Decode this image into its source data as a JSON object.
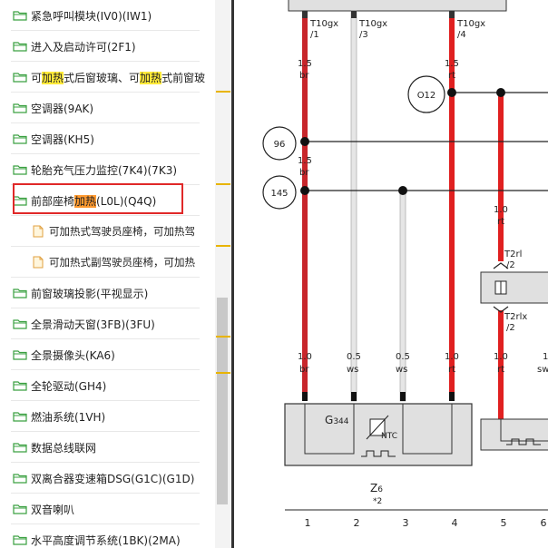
{
  "sidebar": {
    "items": [
      {
        "kind": "folder",
        "parts": [
          {
            "t": "紧急呼叫模块(IV0)(IW1)"
          }
        ]
      },
      {
        "kind": "folder",
        "parts": [
          {
            "t": "进入及启动许可(2F1)"
          }
        ]
      },
      {
        "kind": "folder",
        "parts": [
          {
            "t": "可"
          },
          {
            "t": "加热",
            "h": "yellow"
          },
          {
            "t": "式后窗玻璃、可"
          },
          {
            "t": "加热",
            "h": "yellow"
          },
          {
            "t": "式前窗玻"
          }
        ]
      },
      {
        "kind": "folder",
        "parts": [
          {
            "t": "空调器(9AK)"
          }
        ]
      },
      {
        "kind": "folder",
        "parts": [
          {
            "t": "空调器(KH5)"
          }
        ]
      },
      {
        "kind": "folder",
        "parts": [
          {
            "t": "轮胎充气压力监控(7K4)(7K3)"
          }
        ]
      },
      {
        "kind": "folder",
        "parts": [
          {
            "t": "前部座椅"
          },
          {
            "t": "加热",
            "h": "orange"
          },
          {
            "t": "(L0L)(Q4Q)"
          }
        ],
        "selected": true
      },
      {
        "kind": "file",
        "parts": [
          {
            "t": "可加热式驾驶员座椅，可加热驾"
          }
        ]
      },
      {
        "kind": "file",
        "parts": [
          {
            "t": "可加热式副驾驶员座椅，可加热"
          }
        ]
      },
      {
        "kind": "folder",
        "parts": [
          {
            "t": "前窗玻璃投影(平视显示)"
          }
        ]
      },
      {
        "kind": "folder",
        "parts": [
          {
            "t": "全景滑动天窗(3FB)(3FU)"
          }
        ]
      },
      {
        "kind": "folder",
        "parts": [
          {
            "t": "全景摄像头(KA6)"
          }
        ]
      },
      {
        "kind": "folder",
        "parts": [
          {
            "t": "全轮驱动(GH4)"
          }
        ]
      },
      {
        "kind": "folder",
        "parts": [
          {
            "t": "燃油系统(1VH)"
          }
        ]
      },
      {
        "kind": "folder",
        "parts": [
          {
            "t": "数据总线联网"
          }
        ]
      },
      {
        "kind": "folder",
        "parts": [
          {
            "t": "双离合器变速箱DSG(G1C)(G1D)"
          }
        ]
      },
      {
        "kind": "folder",
        "parts": [
          {
            "t": "双音喇叭"
          }
        ]
      },
      {
        "kind": "folder",
        "parts": [
          {
            "t": "水平高度调节系统(1BK)(2MA)"
          }
        ]
      }
    ]
  },
  "diagram": {
    "top_connectors": [
      {
        "name": "T10gx",
        "pin": "/1"
      },
      {
        "name": "T10gx",
        "pin": "/3"
      },
      {
        "name": "T10gx",
        "pin": "/4"
      }
    ],
    "wires": [
      {
        "gauge": "1.5",
        "color": "br"
      },
      {
        "gauge": "1.5",
        "color": "rt"
      },
      {
        "gauge": "1.5",
        "color": "br"
      },
      {
        "gauge": "1.0",
        "color": "rt"
      }
    ],
    "nodes": [
      "O12",
      "96",
      "145"
    ],
    "mid_connectors": [
      {
        "name": "T2rl",
        "pin": "/2"
      },
      {
        "name": "T2rlx",
        "pin": "/2"
      }
    ],
    "bottom_wires": [
      {
        "gauge": "1.0",
        "color": "br"
      },
      {
        "gauge": "0.5",
        "color": "ws"
      },
      {
        "gauge": "0.5",
        "color": "ws"
      },
      {
        "gauge": "1.0",
        "color": "rt"
      },
      {
        "gauge": "1.0",
        "color": "rt"
      },
      {
        "gauge": "1",
        "color": "sw"
      }
    ],
    "component": {
      "name": "G",
      "sub": "344",
      "sensor": "NTC"
    },
    "ground": {
      "name": "Z",
      "sub": "6",
      "note": "*2"
    },
    "columns": [
      "1",
      "2",
      "3",
      "4",
      "5",
      "6"
    ],
    "colors": {
      "brown_wire": "#c8262b",
      "red_wire": "#e02020",
      "white_wire": "#e6e6e6",
      "box_fill": "#e0e0e0",
      "highlight": "#ffea3a",
      "selected_highlight": "#ff9a30",
      "selection_border": "#e02828"
    }
  }
}
